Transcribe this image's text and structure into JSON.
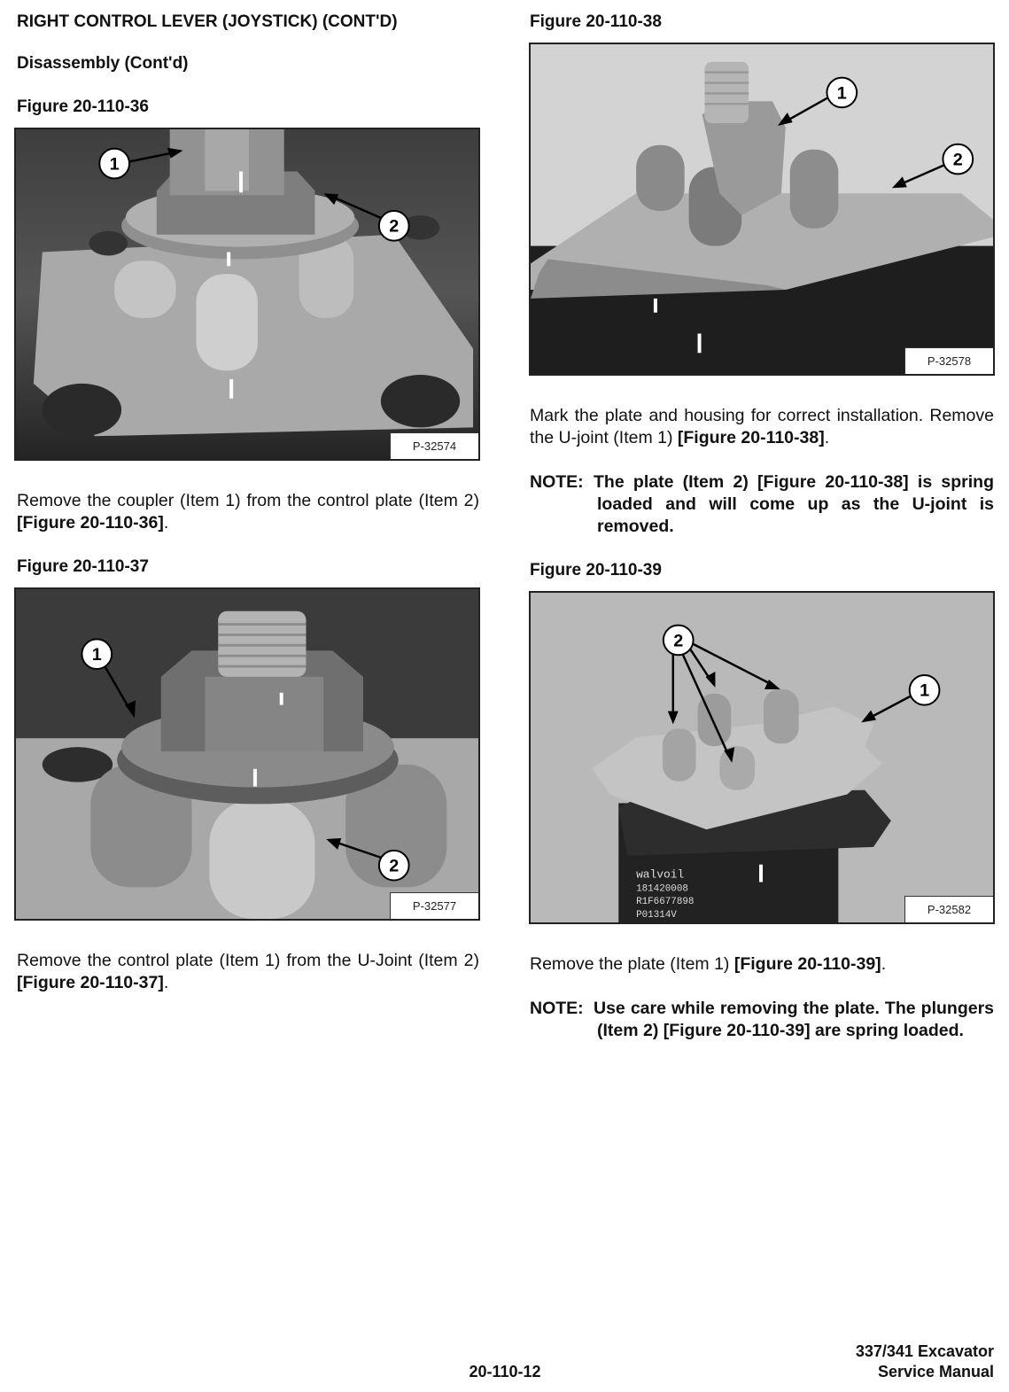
{
  "left": {
    "section_title": "RIGHT CONTROL LEVER (JOYSTICK) (CONT'D)",
    "subsection_title": "Disassembly (Cont'd)",
    "fig36": {
      "caption": "Figure 20-110-36",
      "photo_id": "P-32574",
      "callouts": [
        "1",
        "2"
      ]
    },
    "step36": {
      "text": "Remove the coupler (Item 1) from the control plate (Item 2) ",
      "ref": "[Figure 20-110-36]",
      "end": "."
    },
    "fig37": {
      "caption": "Figure 20-110-37",
      "photo_id": "P-32577",
      "callouts": [
        "1",
        "2"
      ]
    },
    "step37": {
      "text": "Remove the control plate (Item 1) from the U-Joint (Item 2) ",
      "ref": "[Figure 20-110-37]",
      "end": "."
    }
  },
  "right": {
    "fig38": {
      "caption": "Figure 20-110-38",
      "photo_id": "P-32578",
      "callouts": [
        "1",
        "2"
      ]
    },
    "step38": {
      "text": "Mark the plate and housing for correct installation. Remove the U-joint (Item 1) ",
      "ref": "[Figure 20-110-38]",
      "end": "."
    },
    "note38": {
      "label": "NOTE:",
      "first": "The plate (Item 2) [Figure 20-110-38] is spring",
      "rest": "loaded and will come up as the U-joint is removed."
    },
    "fig39": {
      "caption": "Figure 20-110-39",
      "photo_id": "P-32582",
      "callouts": [
        "2",
        "1"
      ],
      "housing_text": [
        "walvoil",
        "181420008",
        "R1F6677898",
        "P01314V"
      ]
    },
    "step39": {
      "text": "Remove the plate (Item 1) ",
      "ref": "[Figure 20-110-39]",
      "end": "."
    },
    "note39": {
      "label": "NOTE:",
      "first": "Use care while removing the plate. The",
      "rest": "plungers (Item 2) [Figure 20-110-39] are spring loaded."
    }
  },
  "footer": {
    "page_number": "20-110-12",
    "manual_line1": "337/341 Excavator",
    "manual_line2": "Service Manual"
  }
}
